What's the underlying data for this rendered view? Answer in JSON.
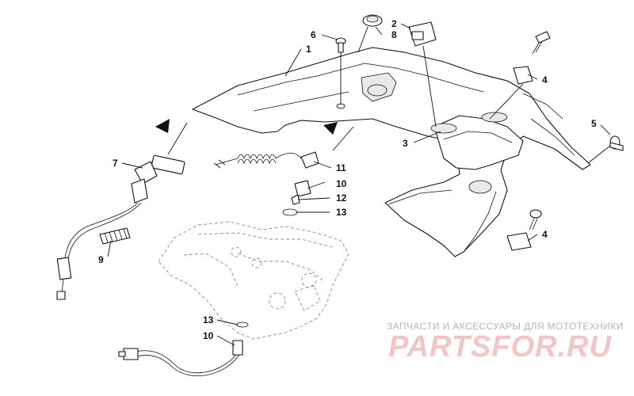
{
  "watermark": {
    "subtitle": "ЗАПЧАСТИ И АКСЕССУАРЫ ДЛЯ МОТОТЕХНИКИ",
    "brand": "PARTSFOR.RU"
  },
  "callouts": [
    {
      "id": "c1",
      "label": "1"
    },
    {
      "id": "c2",
      "label": "2"
    },
    {
      "id": "c3",
      "label": "3"
    },
    {
      "id": "c4a",
      "label": "4"
    },
    {
      "id": "c4b",
      "label": "4"
    },
    {
      "id": "c5",
      "label": "5"
    },
    {
      "id": "c6",
      "label": "6"
    },
    {
      "id": "c7",
      "label": "7"
    },
    {
      "id": "c8",
      "label": "8"
    },
    {
      "id": "c9",
      "label": "9"
    },
    {
      "id": "c10a",
      "label": "10"
    },
    {
      "id": "c10b",
      "label": "10"
    },
    {
      "id": "c11",
      "label": "11"
    },
    {
      "id": "c12",
      "label": "12"
    },
    {
      "id": "c13a",
      "label": "13"
    },
    {
      "id": "c13b",
      "label": "13"
    }
  ]
}
